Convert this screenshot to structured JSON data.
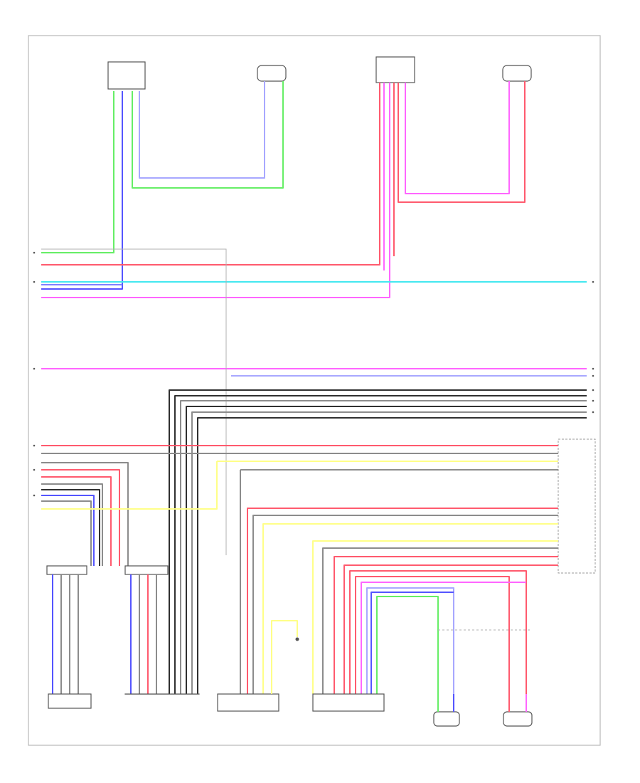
{
  "page": {
    "number_label": ""
  },
  "colors": {
    "green": "#66ee66",
    "red": "#ff5a6e",
    "pink": "#ff66ff",
    "blue": "#5555ff",
    "lavender": "#a8a8ff",
    "cyan": "#44e8f0",
    "yellow": "#ffff88",
    "gray": "#8c8c8c",
    "dark": "#303030",
    "frame": "#b8b8b8"
  },
  "components": [
    {
      "id": "right-tweeter-top",
      "label": ""
    },
    {
      "id": "right-front-speaker",
      "label": ""
    },
    {
      "id": "left-tweeter-top",
      "label": ""
    },
    {
      "id": "left-front-speaker",
      "label": ""
    },
    {
      "id": "left-connector-box-1",
      "label": ""
    },
    {
      "id": "left-connector-box-2",
      "label": ""
    },
    {
      "id": "amplifier-connector",
      "label": ""
    },
    {
      "id": "woofer-connector",
      "label": ""
    },
    {
      "id": "right-rear-speaker",
      "label": ""
    },
    {
      "id": "left-rear-speaker",
      "label": ""
    },
    {
      "id": "radio-unit",
      "label": ""
    }
  ],
  "notes": []
}
